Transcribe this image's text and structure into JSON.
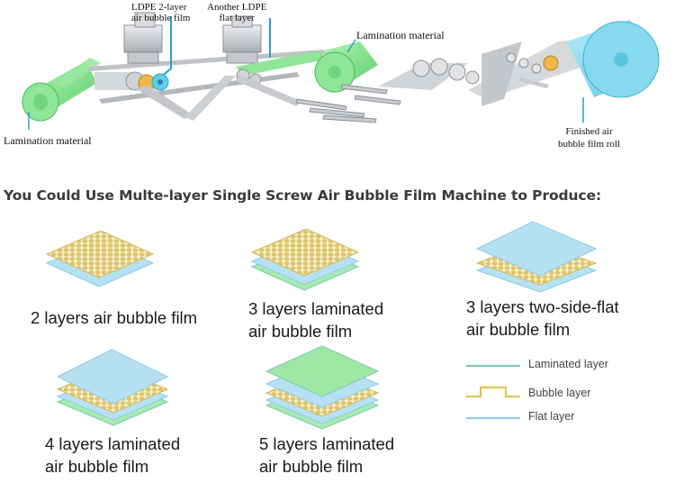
{
  "machine": {
    "labels": {
      "ldpe_2layer": [
        "LDPE 2-layer",
        "air bubble film"
      ],
      "ldpe_flat": [
        "Another LDPE",
        "flat layer"
      ],
      "lamination_top": "Lamination material",
      "lamination_left": "Lamination material",
      "finished_roll": [
        "Finished air",
        "bubble film roll"
      ]
    }
  },
  "heading": "You Could Use Multe-layer Single Screw Air Bubble Film Machine to Produce:",
  "products": [
    {
      "caption": [
        "2 layers air bubble film"
      ]
    },
    {
      "caption": [
        "3 layers laminated",
        "air bubble film"
      ]
    },
    {
      "caption": [
        "3 layers two-side-flat",
        "air bubble film"
      ]
    },
    {
      "caption": [
        "4 layers laminated",
        "air bubble film"
      ]
    },
    {
      "caption": [
        "5 layers laminated",
        "air bubble film"
      ]
    }
  ],
  "legend": [
    {
      "label": "Laminated layer",
      "color": "#79c9b0"
    },
    {
      "label": "Bubble layer",
      "color": "#e0c24a"
    },
    {
      "label": "Flat layer",
      "color": "#8ccbe8"
    }
  ],
  "colors": {
    "green_roll": "#7fe38a",
    "blue_roll": "#7fd7ee",
    "bubble": "#e6cf7a",
    "laminate_green": "#a8eab0",
    "flat_blue": "#b6e1f2",
    "machine_grey": "#c9ccd0"
  }
}
